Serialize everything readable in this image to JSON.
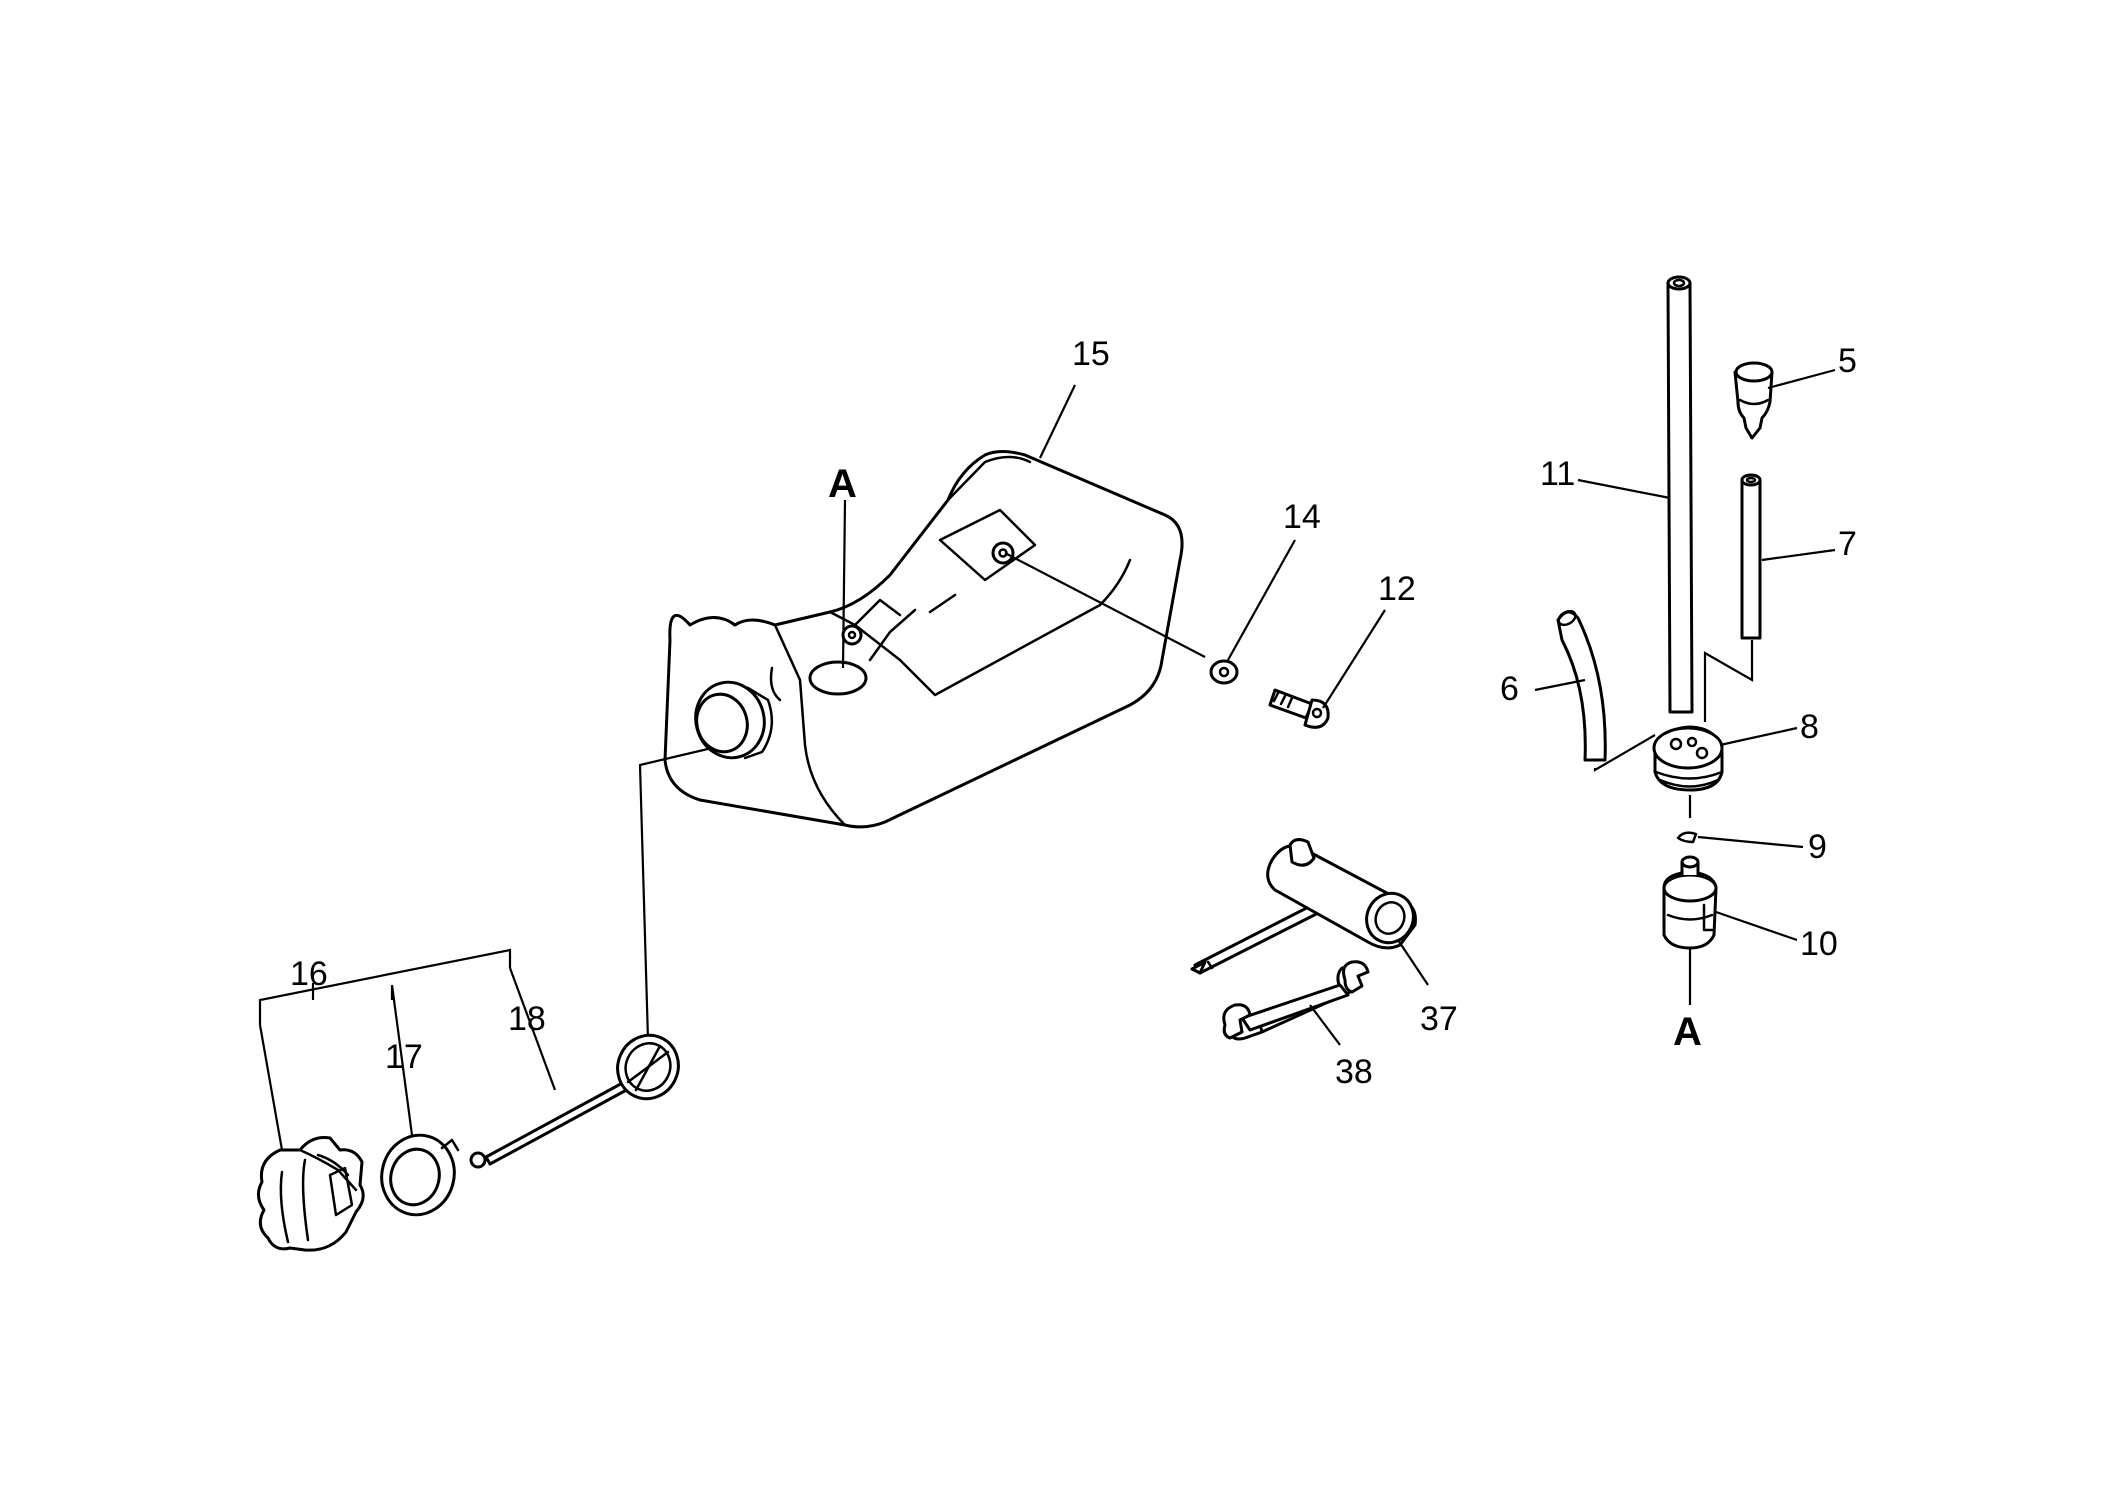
{
  "callouts": {
    "c5": "5",
    "c6": "6",
    "c7": "7",
    "c8": "8",
    "c9": "9",
    "c10": "10",
    "c11": "11",
    "c12": "12",
    "c14": "14",
    "c15": "15",
    "c16": "16",
    "c17": "17",
    "c18": "18",
    "c37": "37",
    "c38": "38"
  },
  "references": {
    "a_top": "A",
    "a_bottom": "A"
  }
}
